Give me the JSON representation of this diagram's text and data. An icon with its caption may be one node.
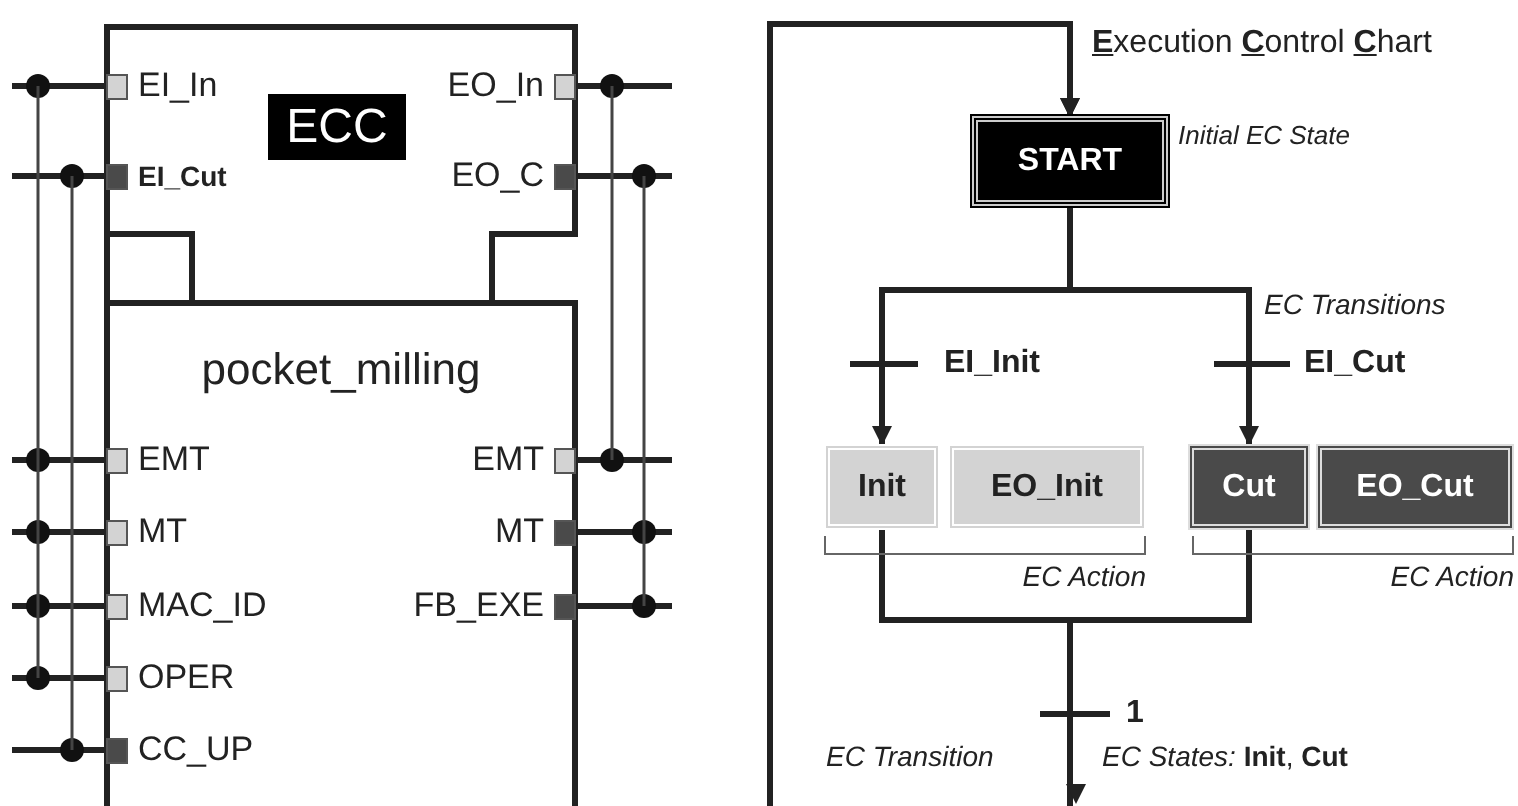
{
  "diagram": {
    "title": "Execution Control Chart",
    "nodes": [
      {
        "text": [
          "ECC"
        ]
      },
      {
        "text": [
          "pocket_milling"
        ]
      },
      {
        "text": [
          "START"
        ],
        "beside": [
          "Initial EC State"
        ]
      },
      {
        "text": [
          "Init"
        ]
      },
      {
        "text": [
          "EO_Init"
        ]
      },
      {
        "text": [
          "Cut"
        ]
      },
      {
        "text": [
          "EO_Cut"
        ]
      }
    ],
    "edges": [
      {
        "from": 2,
        "to": 3,
        "arrow": "to",
        "label": "EI_Init"
      },
      {
        "from": 2,
        "to": 5,
        "arrow": "to",
        "label": "EI_Cut"
      },
      {
        "from": 3,
        "to": 2,
        "arrow": "to",
        "label": "1"
      },
      {
        "from": 5,
        "to": 2,
        "arrow": "to"
      }
    ],
    "labels": [
      "EI_In",
      "EO_In",
      "EI_Cut",
      "EO_C",
      "EMT",
      "EMT",
      "MT",
      "MT",
      "MAC_ID",
      "FB_EXE",
      "OPER",
      "CC_UP",
      "EC Transitions",
      "EC Action",
      "EC Action",
      "EC Transition",
      "*EC States:* **Init**, **Cut**"
    ]
  }
}
